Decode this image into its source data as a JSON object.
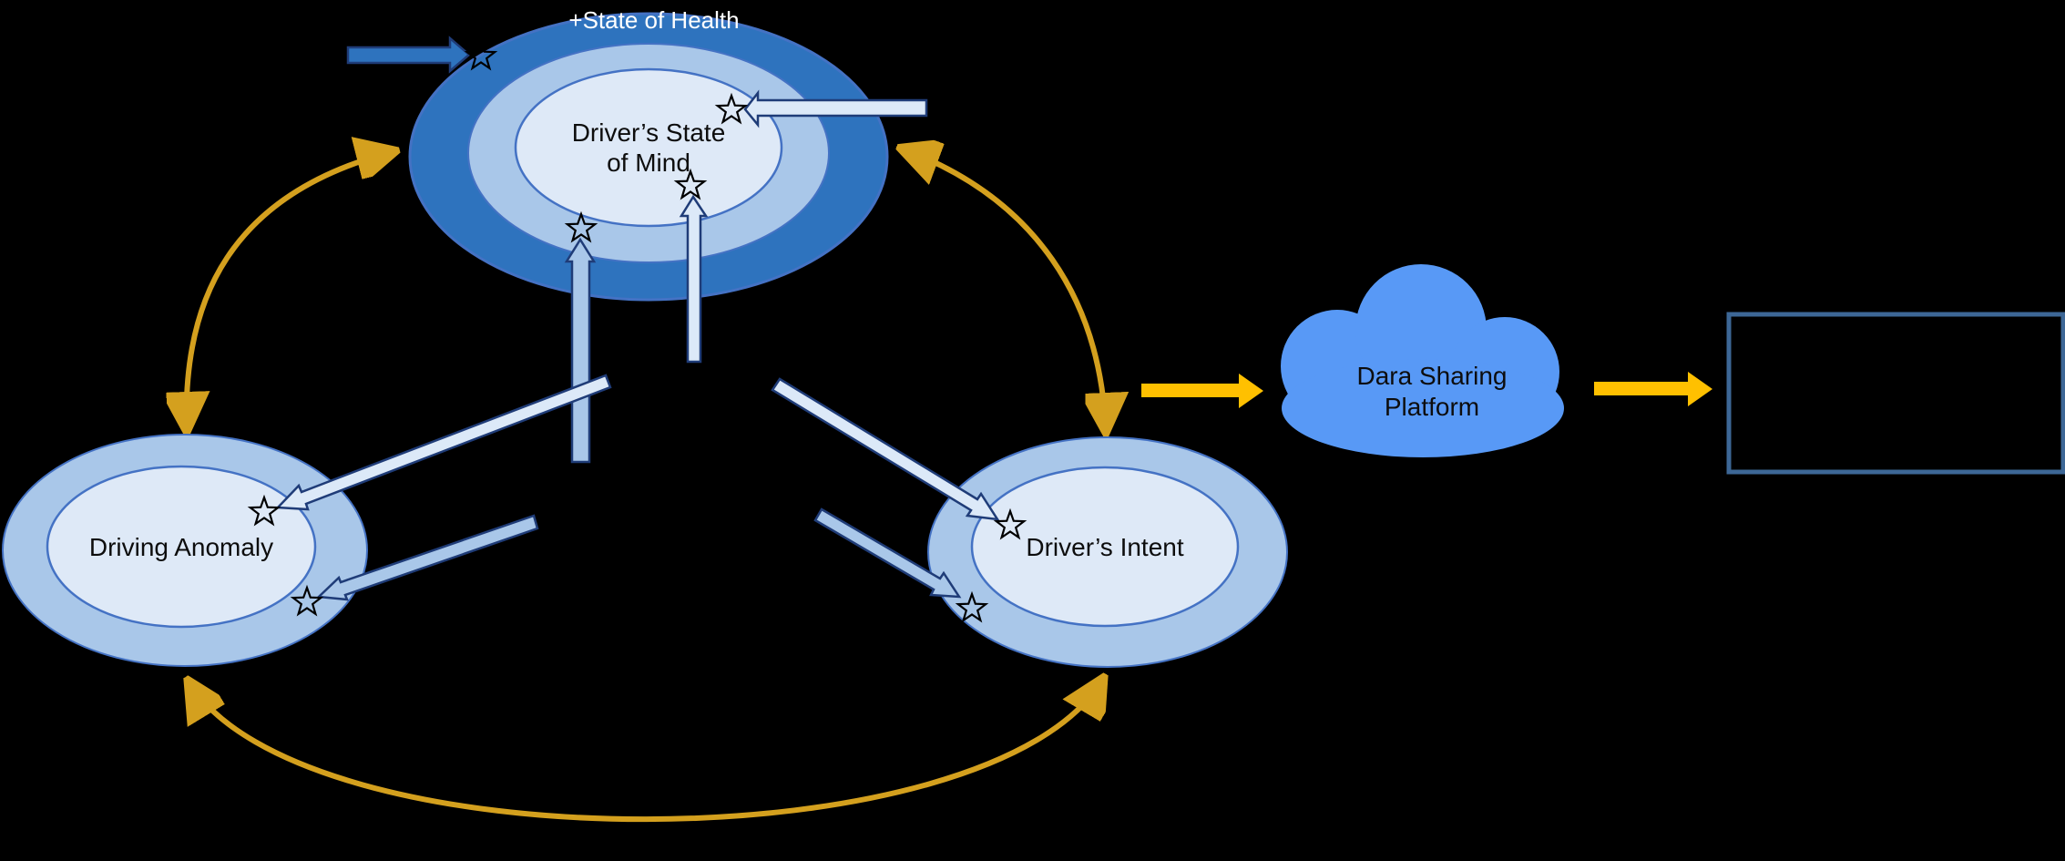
{
  "diagram": {
    "nodes": {
      "state_of_health_ring": {
        "label": "+State of Health"
      },
      "drivers_state_of_mind": {
        "line1": "Driver’s State",
        "line2": "of Mind"
      },
      "driving_anomaly": {
        "label": "Driving Anomaly"
      },
      "drivers_intent": {
        "label": "Driver’s Intent"
      },
      "data_sharing_platform": {
        "line1": "Dara Sharing",
        "line2": "Platform"
      },
      "output_box": {
        "label": ""
      }
    },
    "edges": [
      {
        "from": "driving_anomaly",
        "to": "drivers_state_of_mind",
        "style": "gold-curve",
        "heads": "both"
      },
      {
        "from": "drivers_state_of_mind",
        "to": "drivers_intent",
        "style": "gold-curve",
        "heads": "both"
      },
      {
        "from": "driving_anomaly",
        "to": "drivers_intent",
        "style": "gold-curve",
        "heads": "both"
      },
      {
        "from": "center",
        "to": "drivers_state_of_mind",
        "style": "blue-block-arrows-with-stars"
      },
      {
        "from": "center",
        "to": "driving_anomaly",
        "style": "blue-block-arrows-with-stars"
      },
      {
        "from": "center",
        "to": "drivers_intent",
        "style": "blue-block-arrows-with-stars"
      },
      {
        "from": "drivers_intent_side",
        "to": "data_sharing_platform",
        "style": "amber-block-arrow"
      },
      {
        "from": "data_sharing_platform",
        "to": "output_box",
        "style": "amber-block-arrow"
      }
    ],
    "icons": {
      "star": "star-outline",
      "cloud": "cloud-shape"
    },
    "colors": {
      "gold": "#d4a01e",
      "amber": "#ffc000",
      "cloud": "#5899f6",
      "ring-outer": "#2e73be",
      "ring-mid": "#a9c7e9",
      "ring-inner": "#dee9f7",
      "ellipse-stroke": "#4472c4",
      "navy": "#1f3c78",
      "box-border": "#3d6796",
      "text-dark": "#0d0d0d",
      "text-light": "#ffffff",
      "bg": "#000000"
    }
  }
}
